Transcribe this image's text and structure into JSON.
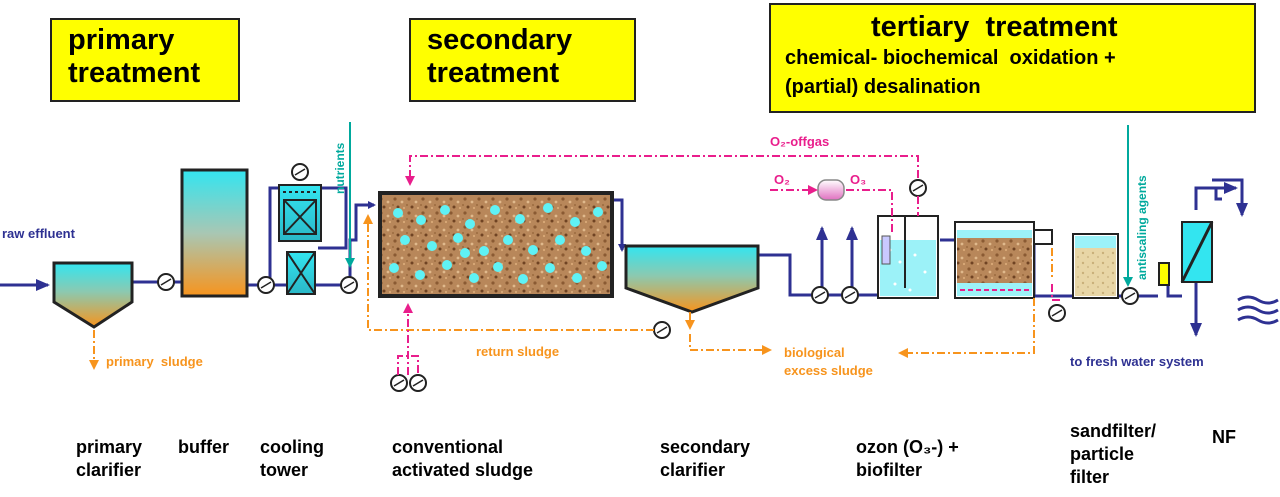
{
  "stages": {
    "primary": {
      "title_line1": "primary",
      "title_line2": "treatment"
    },
    "secondary": {
      "title_line1": "secondary",
      "title_line2": "treatment"
    },
    "tertiary": {
      "title": "tertiary  treatment",
      "subtitle_line1": "chemical- biochemical  oxidation +",
      "subtitle_line2": "(partial) desalination"
    }
  },
  "flow_labels": {
    "raw_effluent": "raw effluent",
    "primary_sludge": "primary  sludge",
    "nutrients": "nutrients",
    "return_sludge": "return sludge",
    "biological_excess_line1": "biological",
    "biological_excess_line2": "excess sludge",
    "o2_offgas": "O₂-offgas",
    "o2": "O₂",
    "o3": "O₃",
    "antiscaling_agents": "antiscaling agents",
    "fresh_water": "to fresh water system"
  },
  "units": [
    {
      "line1": "primary",
      "line2": "clarifier"
    },
    {
      "line1": "buffer",
      "line2": ""
    },
    {
      "line1": "cooling",
      "line2": "tower"
    },
    {
      "line1": "conventional",
      "line2": "activated sludge"
    },
    {
      "line1": "secondary",
      "line2": "clarifier"
    },
    {
      "line1": "ozon (O₃-) +",
      "line2": "biofilter"
    },
    {
      "line1": "sandfilter/",
      "line2": "particle",
      "line3": "filter"
    },
    {
      "line1": "NF",
      "line2": ""
    }
  ],
  "colors": {
    "stage_box": "#ffff00",
    "process_flow": "#2e3192",
    "sludge_flow": "#f7941d",
    "gas_flow": "#e91e8c",
    "dosing": "#00a99d",
    "water": "#33e5f0"
  }
}
